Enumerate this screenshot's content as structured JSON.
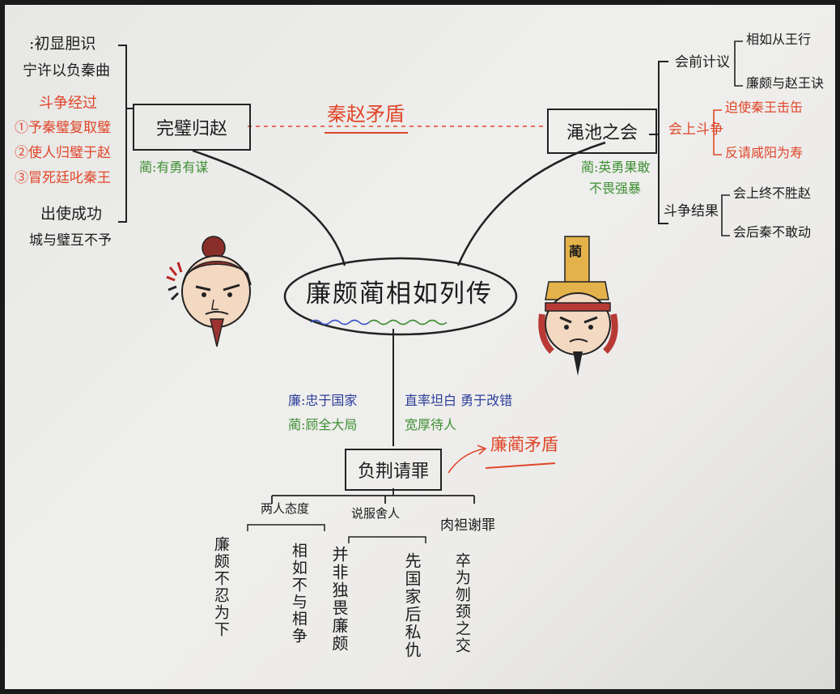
{
  "center": {
    "title": "廉颇蔺相如列传"
  },
  "left_branch": {
    "title": "完璧归赵",
    "items": [
      {
        "text": ":初显胆识",
        "color": "black"
      },
      {
        "text": "宁许以负秦曲",
        "color": "black"
      },
      {
        "text": "斗争经过",
        "color": "red"
      },
      {
        "text": "①予秦璧复取璧",
        "color": "red"
      },
      {
        "text": "②使人归璧于赵",
        "color": "red"
      },
      {
        "text": "③冒死廷叱秦王",
        "color": "red"
      },
      {
        "text": "出使成功",
        "color": "black"
      },
      {
        "text": "城与璧互不予",
        "color": "black"
      }
    ],
    "trait": "蔺:有勇有谋"
  },
  "conflict_label": "秦赵矛盾",
  "right_branch": {
    "title": "渑池之会",
    "groups": [
      {
        "label": "会前计议",
        "color": "black",
        "items": [
          "相如从王行",
          "廉颇与赵王诀"
        ]
      },
      {
        "label": "会上斗争",
        "color": "red",
        "items": [
          "迫使秦王击缶",
          "反请咸阳为寿"
        ]
      },
      {
        "label": "斗争结果",
        "color": "black",
        "items": [
          "会上终不胜赵",
          "会后秦不敢动"
        ]
      }
    ],
    "trait_line1": "蔺:英勇果敢",
    "trait_line2": "不畏强暴"
  },
  "character_badge": "蔺",
  "bottom_branch": {
    "title": "负荆请罪",
    "traits": {
      "lian_label": "廉:忠于国家",
      "lin_label": "蔺:顾全大局",
      "lian_extra": "直率坦白 勇于改错",
      "lin_extra": "宽厚待人"
    },
    "conflict_label": "廉蔺矛盾",
    "subs": [
      {
        "label": "两人态度",
        "columns": [
          "廉颇不忍为下",
          "相如不与相争"
        ]
      },
      {
        "label": "说服舍人",
        "columns": [
          "并非独畏廉颇",
          "先国家后私仇"
        ]
      },
      {
        "label": "肉袒谢罪",
        "columns": [
          "卒为刎颈之交"
        ]
      }
    ]
  },
  "colors": {
    "black": "#1c1c1c",
    "red": "#e0462a",
    "green": "#3f8f35",
    "blue": "#2f3f9a",
    "accent_underline_blue": "#3b57c8",
    "accent_underline_green": "#3f8f35"
  }
}
